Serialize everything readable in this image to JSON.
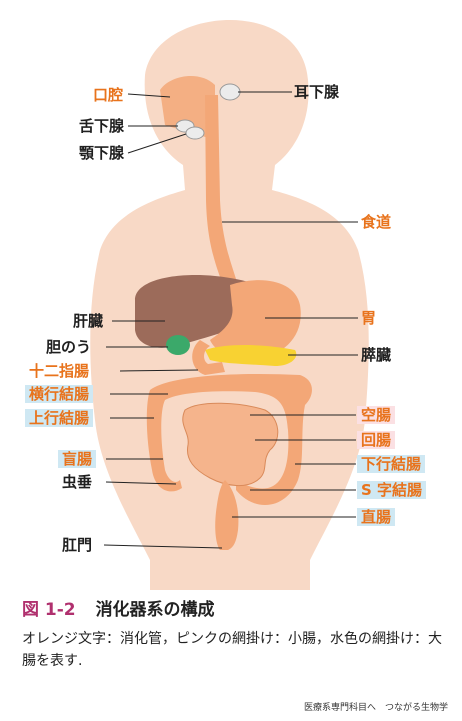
{
  "labels": {
    "oral_cavity": "口腔",
    "parotid_gland": "耳下腺",
    "sublingual_gland": "舌下腺",
    "submandibular_gland": "顎下腺",
    "esophagus": "食道",
    "liver": "肝臓",
    "stomach": "胃",
    "gallbladder": "胆のう",
    "pancreas": "膵臓",
    "duodenum": "十二指腸",
    "transverse_colon": "横行結腸",
    "ascending_colon": "上行結腸",
    "jejunum": "空腸",
    "ileum": "回腸",
    "cecum": "盲腸",
    "descending_colon": "下行結腸",
    "appendix": "虫垂",
    "sigmoid_colon": "S 字結腸",
    "rectum": "直腸",
    "anus": "肛門"
  },
  "caption": {
    "number": "図 1-2",
    "title": "消化器系の構成",
    "description": "オレンジ文字：消化管，ピンクの網掛け：小腸，水色の網掛け：大腸を表す."
  },
  "footer": "医療系専門科目へ　つながる生物学",
  "colors": {
    "label_orange": "#e8731c",
    "large_intestine_shade": "#cfe8f3",
    "small_intestine_shade": "#fbe0e3",
    "caption_accent": "#b0306e",
    "body": "#f8d9c6",
    "liver": "#9c6b5a",
    "gallbladder": "#3ba96a",
    "pancreas": "#f8d232",
    "digestive_tract": "#f3a777"
  }
}
